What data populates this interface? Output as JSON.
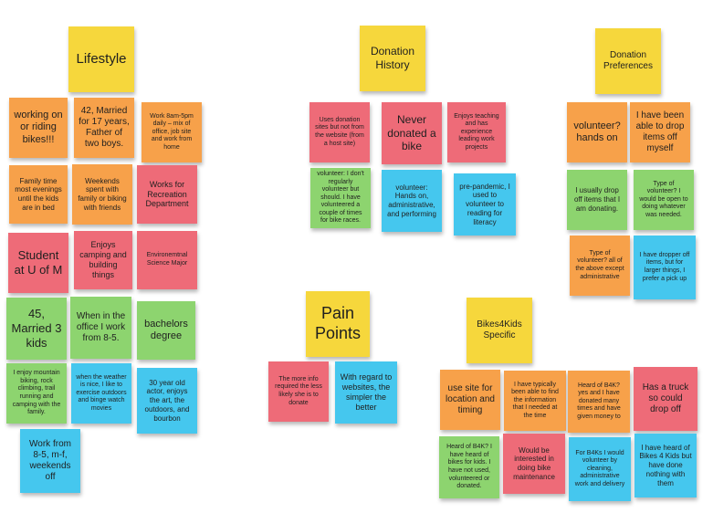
{
  "lifestyle": {
    "title": "Lifestyle",
    "notes": [
      "working on or riding bikes!!!",
      "42, Married for 17 years, Father of two boys.",
      "Work 8am-5pm daily – mix of office, job site and work from home",
      "Family time most evenings until the kids are in bed",
      "Weekends spent with family or biking with friends",
      "Works for Recreation Department",
      "Student at U of M",
      "Enjoys camping and building things",
      "Environemtnal Science Major",
      "45, Married 3 kids",
      "When in the office I work from 8-5.",
      "bachelors degree",
      "I enjoy mountain biking, rock climbing, trail running and camping with the family.",
      "when the weather is nice, I like to exercise outdoors and binge watch movies",
      "30 year old actor, enjoys the art, the outdoors, and bourbon",
      "Work from 8-5, m-f, weekends off"
    ]
  },
  "donation_history": {
    "title": "Donation History",
    "notes": [
      "Uses donation sites but not from the website (from a host site)",
      "Never donated a bike",
      "Enjoys teaching and has experience leading work projects",
      "volunteer: I don't regularly volunteer but should. I have volunteered a couple of times for bike races.",
      "volunteer: Hands on, administrative, and performing",
      "pre-pandemic, I used to volunteer to reading for literacy"
    ]
  },
  "donation_preferences": {
    "title": "Donation Preferences",
    "notes": [
      "volunteer? hands on",
      "I have been able to drop items off myself",
      "I usually drop off items that I am donating.",
      "Type of volunteer? I would be open to doing whatever was needed.",
      "Type of volunteer? all of the above except administrative",
      "I have dropper off items, but for larger things, I prefer a pick up"
    ]
  },
  "pain_points": {
    "title": "Pain Points",
    "notes": [
      "The more info required the less likely she is to donate",
      "With regard to websites, the simpler the better"
    ]
  },
  "bikes4kids": {
    "title": "Bikes4Kids Specific",
    "notes": [
      "use site for location and timing",
      "I have typically been able to find the information that I needed at the time",
      "Heard of B4K? yes and I have donated many times and have given money to",
      "Has a truck so could drop off",
      "Heard of B4K? I have heard of bikes for kids. I have not used, volunteered or donated.",
      "Would be interested in doing bike maintenance",
      "For B4Ks I would volunteer by cleaning, administrative work and delivery",
      "I have heard of Bikes 4 Kids but have done nothing with them"
    ]
  },
  "colors": {
    "yellow": "#f6d73c",
    "orange": "#f7a14a",
    "pink": "#ee6b78",
    "green": "#8dd46f",
    "blue": "#45c7ee"
  }
}
